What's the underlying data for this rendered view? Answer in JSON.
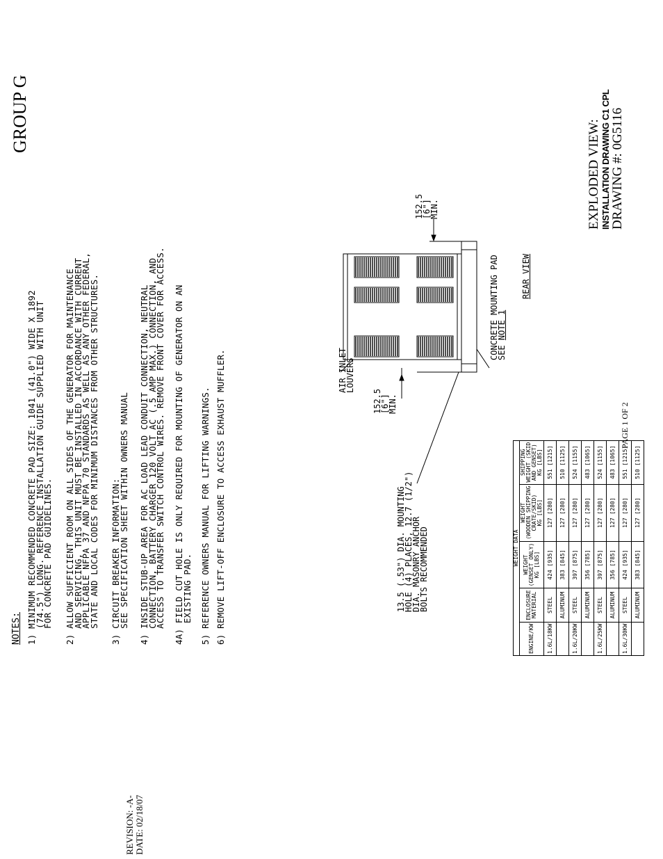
{
  "notes": {
    "title": "NOTES:",
    "items": [
      "1) MINIMUM RECOMMENDED CONCRETE PAD SIZE: 1041 (41.0\") WIDE X 1892\n   (74.5\") LONG. REFERENCE INSTALLATION GUIDE SUPPLIED WITH UNIT\n   FOR CONCRETE PAD GUIDELINES.",
      "2) ALLOW SUFFICIENT ROOM ON ALL SIDES OF THE GENERATOR FOR MAINTENANCE\n   AND SERVICING, THIS UNIT MUST BE INSTALLED IN ACCORDANCE WITH CURRENT\n   APPLICABLE NFPA 37 AND NFPA 70 STANDARDS AS WELL AS ANY OTHER FEDERAL,\n   STATE AND LOCAL CODES FOR MINIMUM DISTANCES FROM OTHER STRUCTURES.",
      "3) CIRCUIT BREAKER INFORMATION:\n   SEE SPECIFICATION SHEET WITHIN OWNERS MANUAL",
      "4) INSIDE STUB-UP AREA FOR AC LOAD LEAD CONDUIT CONNECTION, NEUTRAL\n   CONNECTION, BATTERY CHARGER 120 VOLT AC (.5 AMP MAX.) CONNECTION, AND\n   ACCESS TO TRANSFER SWITCH CONTROL WIRES. REMOVE FRONT COVER FOR ACCESS.",
      "4A) FIELD CUT HOLE IS ONLY REQUIRED FOR MOUNTING OF GENERATOR ON AN\n    EXISTING PAD.",
      "5) REFERENCE OWNERS MANUAL FOR LIFTING WARNINGS.",
      "6) REMOVE LIFT-OFF ENCLOSURE TO ACCESS EXHAUST MUFFLER."
    ]
  },
  "header": {
    "group": "GROUP G"
  },
  "title_block": {
    "exploded": "EXPLODED VIEW:",
    "installation": "INSTALLATION DRAWING C1 CPL",
    "drawing": "DRAWING #: 0G5116",
    "revision": "REVISION: -A-",
    "date": "DATE: 02/18/07",
    "page": "PAGE 1 OF 2"
  },
  "labels": {
    "air_inlet": "AIR INLET\nLOUVERS",
    "clear_left": "152.5\n[6\"]\nMIN.",
    "clear_right": "152.5\n[6\"]\nMIN.",
    "hole": "13.5 (.53\") DIA. MOUNTING\nHOLE (4) PLACES, 12.7 (1/2\")\nDIA. MASONRY ANCHOR\nBOLTS RECOMMENDED",
    "pad": "CONCRETE MOUNTING PAD\nSEE ",
    "pad_note": "NOTE 1",
    "rear_view": "REAR VIEW"
  },
  "weight_table": {
    "title": "WEIGHT DATA",
    "headers": [
      "ENGINE/KW",
      "ENCLOSURE\nMATERIAL",
      "WEIGHT\n(GENSET ONLY)\nKG [LBS]",
      "WEIGHT\n(WOODEN SHIPPING\nCRATE/SKID)\nKG [LBS]",
      "SHIPPING\nWEIGHT (SKID\nAND GENSET)\nKG [LBS]"
    ],
    "rows": [
      [
        "1.6L/18KW",
        "STEEL",
        "424 [935]",
        "127 [280]",
        "551 [1215]"
      ],
      [
        "",
        "ALUMINUM",
        "383 [845]",
        "127 [280]",
        "510 [1125]"
      ],
      [
        "1.6L/20KW",
        "STEEL",
        "397 [875]",
        "127 [280]",
        "524 [1155]"
      ],
      [
        "",
        "ALUMINUM",
        "356 [785]",
        "127 [280]",
        "483 [1065]"
      ],
      [
        "1.6L/25KW",
        "STEEL",
        "397 [875]",
        "127 [280]",
        "524 [1155]"
      ],
      [
        "",
        "ALUMINUM",
        "356 [785]",
        "127 [280]",
        "483 [1065]"
      ],
      [
        "1.6L/30KW",
        "STEEL",
        "424 [935]",
        "127 [280]",
        "551 [1215]"
      ],
      [
        "",
        "ALUMINUM",
        "383 [845]",
        "127 [280]",
        "510 [1125]"
      ]
    ]
  }
}
